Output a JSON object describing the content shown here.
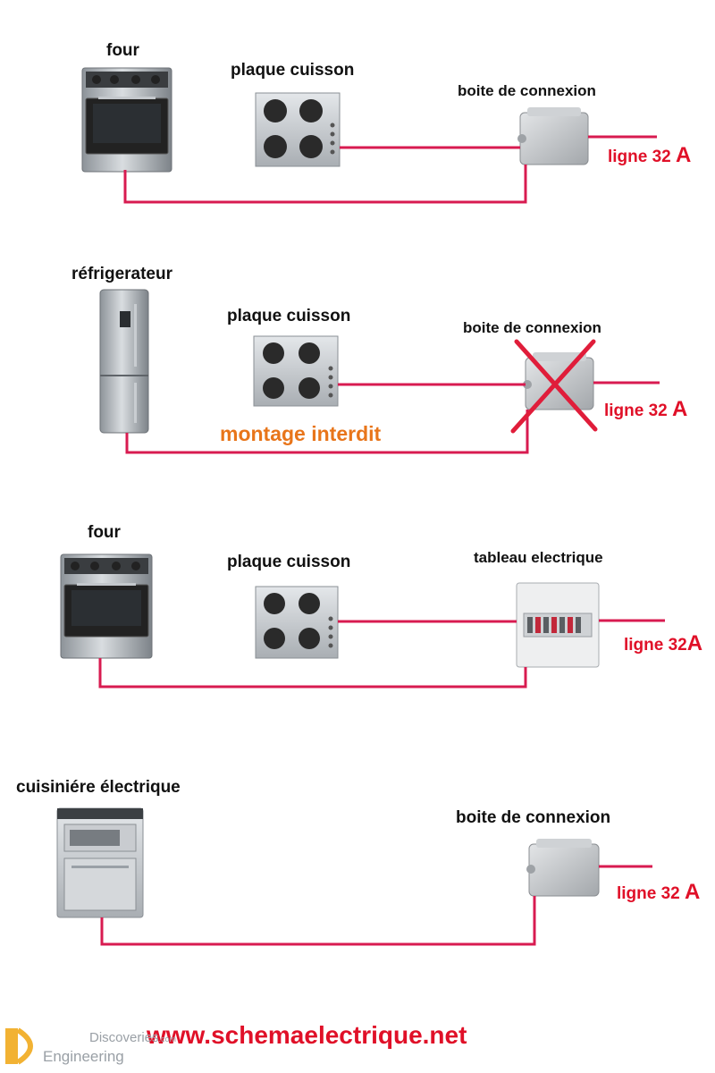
{
  "colors": {
    "wire": "#d81b50",
    "cross": "#e01d3a",
    "ligne_text": "#e01028",
    "warning_text": "#e8751a",
    "site_text": "#e01028"
  },
  "sections": [
    {
      "appliance_label": "four",
      "hob_label": "plaque cuisson",
      "box_label": "boite de connexion",
      "line_text": "ligne 32 ",
      "line_unit": "A"
    },
    {
      "appliance_label": "réfrigerateur",
      "hob_label": "plaque cuisson",
      "box_label": "boite de connexion",
      "line_text": "ligne 32 ",
      "line_unit": "A",
      "warning": "montage interdit"
    },
    {
      "appliance_label": "four",
      "hob_label": "plaque cuisson",
      "box_label": "tableau electrique",
      "line_text": "ligne 32",
      "line_unit": "A"
    },
    {
      "appliance_label": "cuisiniére électrique",
      "box_label": "boite de connexion",
      "line_text": "ligne 32 ",
      "line_unit": "A"
    }
  ],
  "footer": {
    "website": "www.schemaelectrique.net",
    "logo_line1": "Discoveries",
    "logo_line1_suffix": ".com",
    "logo_line2": "Engineering"
  }
}
